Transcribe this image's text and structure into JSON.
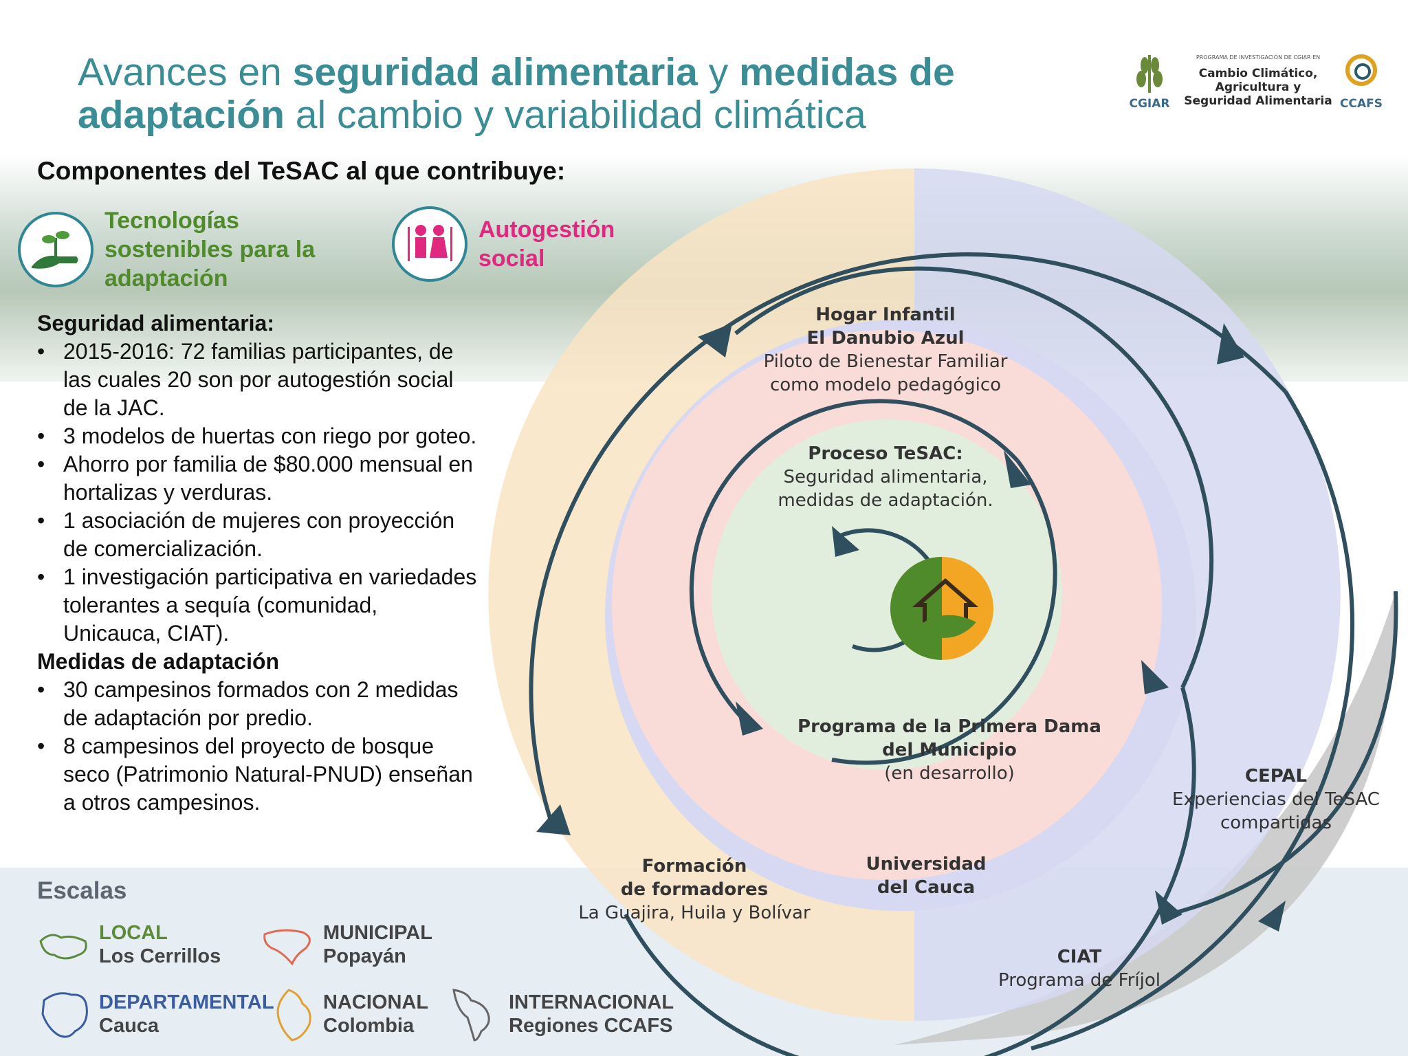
{
  "title": {
    "line1_a": "Avances en ",
    "line1_b": "seguridad alimentaria",
    "line1_c": " y ",
    "line1_d": "medidas de",
    "line2_a": "adaptación",
    "line2_b": " al cambio y variabilidad climática"
  },
  "logo": {
    "top_line": "PROGRAMA DE INVESTIGACIÓN DE CGIAR EN",
    "line1": "Cambio Climático,",
    "line2": "Agricultura y",
    "line3": "Seguridad Alimentaria",
    "cgiar": "CGIAR",
    "ccafs": "CCAFS"
  },
  "subtitle": "Componentes del TeSAC al que contribuye:",
  "components": [
    {
      "label": "Tecnologías sostenibles para la adaptación",
      "color": "#4f8a2b",
      "icon": "hand-plant-icon"
    },
    {
      "label": "Autogestión social",
      "color": "#e0287e",
      "icon": "people-icon"
    }
  ],
  "food_security": {
    "heading": "Seguridad alimentaria:",
    "items": [
      "2015-2016: 72 familias participantes, de las cuales 20 son por autogestión social de la JAC.",
      "3 modelos de huertas con riego por goteo.",
      "Ahorro por familia de $80.000 mensual en hortalizas y verduras.",
      "1 asociación de mujeres con proyección de comercialización.",
      "1 investigación participativa en variedades tolerantes a sequía (comunidad, Unicauca, CIAT)."
    ]
  },
  "adaptation": {
    "heading": "Medidas de adaptación",
    "items": [
      "30 campesinos formados con 2 medidas de adaptación por predio.",
      "8 campesinos del proyecto de bosque seco (Patrimonio Natural-PNUD) enseñan a otros campesinos."
    ]
  },
  "scales": {
    "title": "Escalas",
    "items": [
      {
        "name": "LOCAL",
        "place": "Los Cerrillos",
        "color": "#5a8a3a",
        "icon": "map-local-icon"
      },
      {
        "name": "MUNICIPAL",
        "place": "Popayán",
        "color": "#e06a50",
        "icon": "map-municipal-icon"
      },
      {
        "name": "DEPARTAMENTAL",
        "place": "Cauca",
        "color": "#3a5ca0",
        "icon": "map-departamental-icon"
      },
      {
        "name": "NACIONAL",
        "place": "Colombia",
        "color": "#e0a030",
        "icon": "map-nacional-icon"
      },
      {
        "name": "INTERNACIONAL",
        "place": "Regiones CCAFS",
        "color": "#666666",
        "icon": "map-internacional-icon"
      }
    ]
  },
  "diagram": {
    "center_icon": "house-leaf-icon",
    "nodes": {
      "hogar": [
        "Hogar Infantil",
        "El Danubio Azul",
        "Piloto de Bienestar Familiar",
        "como modelo pedagógico"
      ],
      "proceso": [
        "Proceso TeSAC:",
        "Seguridad alimentaria,",
        "medidas de adaptación."
      ],
      "primera_dama": [
        "Programa de la Primera Dama",
        "del Municipio",
        "(en desarrollo)"
      ],
      "universidad": [
        "Universidad",
        "del Cauca"
      ],
      "formacion": [
        "Formación",
        "de formadores",
        "La Guajira, Huila y Bolívar"
      ],
      "cepal": [
        "CEPAL",
        "Experiencias del TeSAC",
        "compartidas"
      ],
      "ciat": [
        "CIAT",
        "Programa de Fríjol"
      ]
    },
    "colors": {
      "outer_ring": "#f9e4c4",
      "blue_ring": "#d6d9f1",
      "pink_ring": "#f9dcd8",
      "inner_core": "#e2eedd",
      "gray_band": "#c9c9c9",
      "spiral": "#2f4f5e"
    }
  }
}
